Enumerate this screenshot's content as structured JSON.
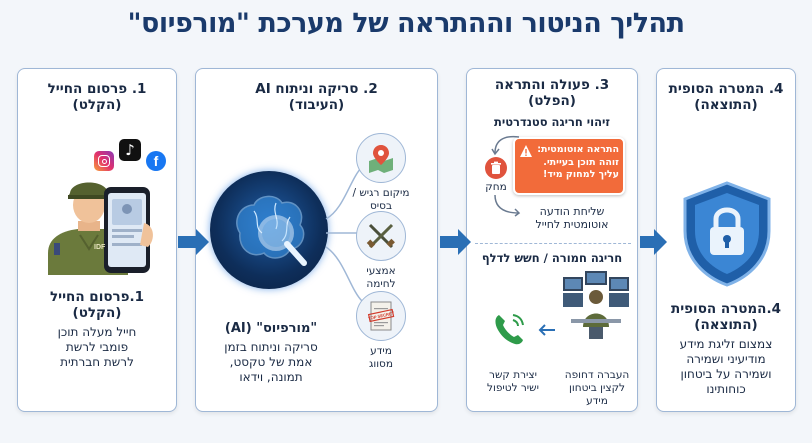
{
  "title": "תהליך הניטור וההתראה של מערכת \"מורפיוס\"",
  "step1": {
    "header_line1": "1. פרסום החייל",
    "header_line2": "(הקלט)",
    "bottom_title_line1": "1.פרסום החייל",
    "bottom_title_line2": "(הקלט)",
    "desc_line1": "חייל מעלה תוכן",
    "desc_line2": "פומבי לרשת",
    "desc_line3": "לרשת חברתית",
    "badge": "IDF"
  },
  "step2": {
    "header_line1": "2. סריקה וניתוח AI",
    "header_line2": "(העיבוד)",
    "bottom_title": "\"מורפיוס\" (AI)",
    "desc_line1": "סריקה וניתוח בזמן",
    "desc_line2": "אמת של טקסט,",
    "desc_line3": "תמונה, וידאו",
    "items": [
      {
        "line1": "מיקום רגיש /",
        "line2": "בסיס",
        "icon": "map-pin-icon"
      },
      {
        "line1": "אמצעי",
        "line2": "לחימה",
        "icon": "crossed-rifles-icon"
      },
      {
        "line1": "מידע",
        "line2": "מסווג",
        "icon": "top-secret-document-icon"
      }
    ],
    "stamp": "TOP SECRET"
  },
  "step3": {
    "header_line1": "3. פעולה והתראה",
    "header_line2": "(הפלט)",
    "standard_title": "זיהוי חריגה סטנדרטית",
    "delete_label": "מחק",
    "alert_line1": "התראה אוטומטית:",
    "alert_line2": "זוהה תוכן בעייתי.",
    "alert_line3": "עליך למחוק מיד!",
    "auto_msg_line1": "שליחת הודעה",
    "auto_msg_line2": "אוטומטית לחייל",
    "severe_title": "חריגה חמורה / חשש לדלף",
    "officer_line1": "העברה דחופה",
    "officer_line2": "לקצין ביטחון מידע",
    "call_line1": "יצירת קשר",
    "call_line2": "ישיר לטיפול"
  },
  "step4": {
    "header_line1": "4. המטרה הסופית",
    "header_line2": "(התוצאה)",
    "bottom_title_line1": "4.המטרה הסופית",
    "bottom_title_line2": "(התוצאה)",
    "desc_line1": "צמצום זליגת מידע",
    "desc_line2": "מודיעיני ושמירה",
    "desc_line3": "ושמירה על ביטחון",
    "desc_line4": "כוחותינו"
  },
  "colors": {
    "title": "#1a3a6b",
    "panel_border": "#9fb7d6",
    "arrow": "#2a6fb5",
    "alert": "#f26b3a",
    "shield": "#1f5fa8",
    "delete": "#e0533d",
    "phone": "#2e9b4a"
  }
}
